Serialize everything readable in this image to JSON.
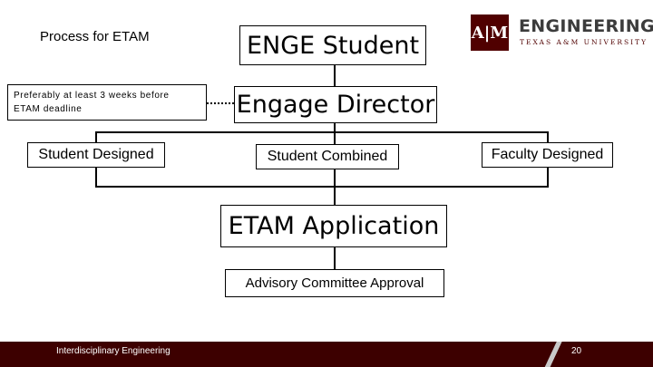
{
  "slide": {
    "heading": "Process for ETAM",
    "note_line1": "Preferably at least 3 weeks before",
    "note_line2": "ETAM deadline",
    "enge_student": "ENGE Student",
    "engage_director": "Engage Director",
    "options": [
      "Student Designed",
      "Student Combined",
      "Faculty Designed"
    ],
    "etam_application": "ETAM Application",
    "advisory_approval": "Advisory Committee Approval"
  },
  "logo": {
    "monogram": "A|M",
    "name": "ENGINEERING",
    "university": "TEXAS A&M UNIVERSITY",
    "maroon": "#500000"
  },
  "footer": {
    "label": "Interdisciplinary Engineering",
    "page_number": "20",
    "bar_color": "#3d0000"
  }
}
